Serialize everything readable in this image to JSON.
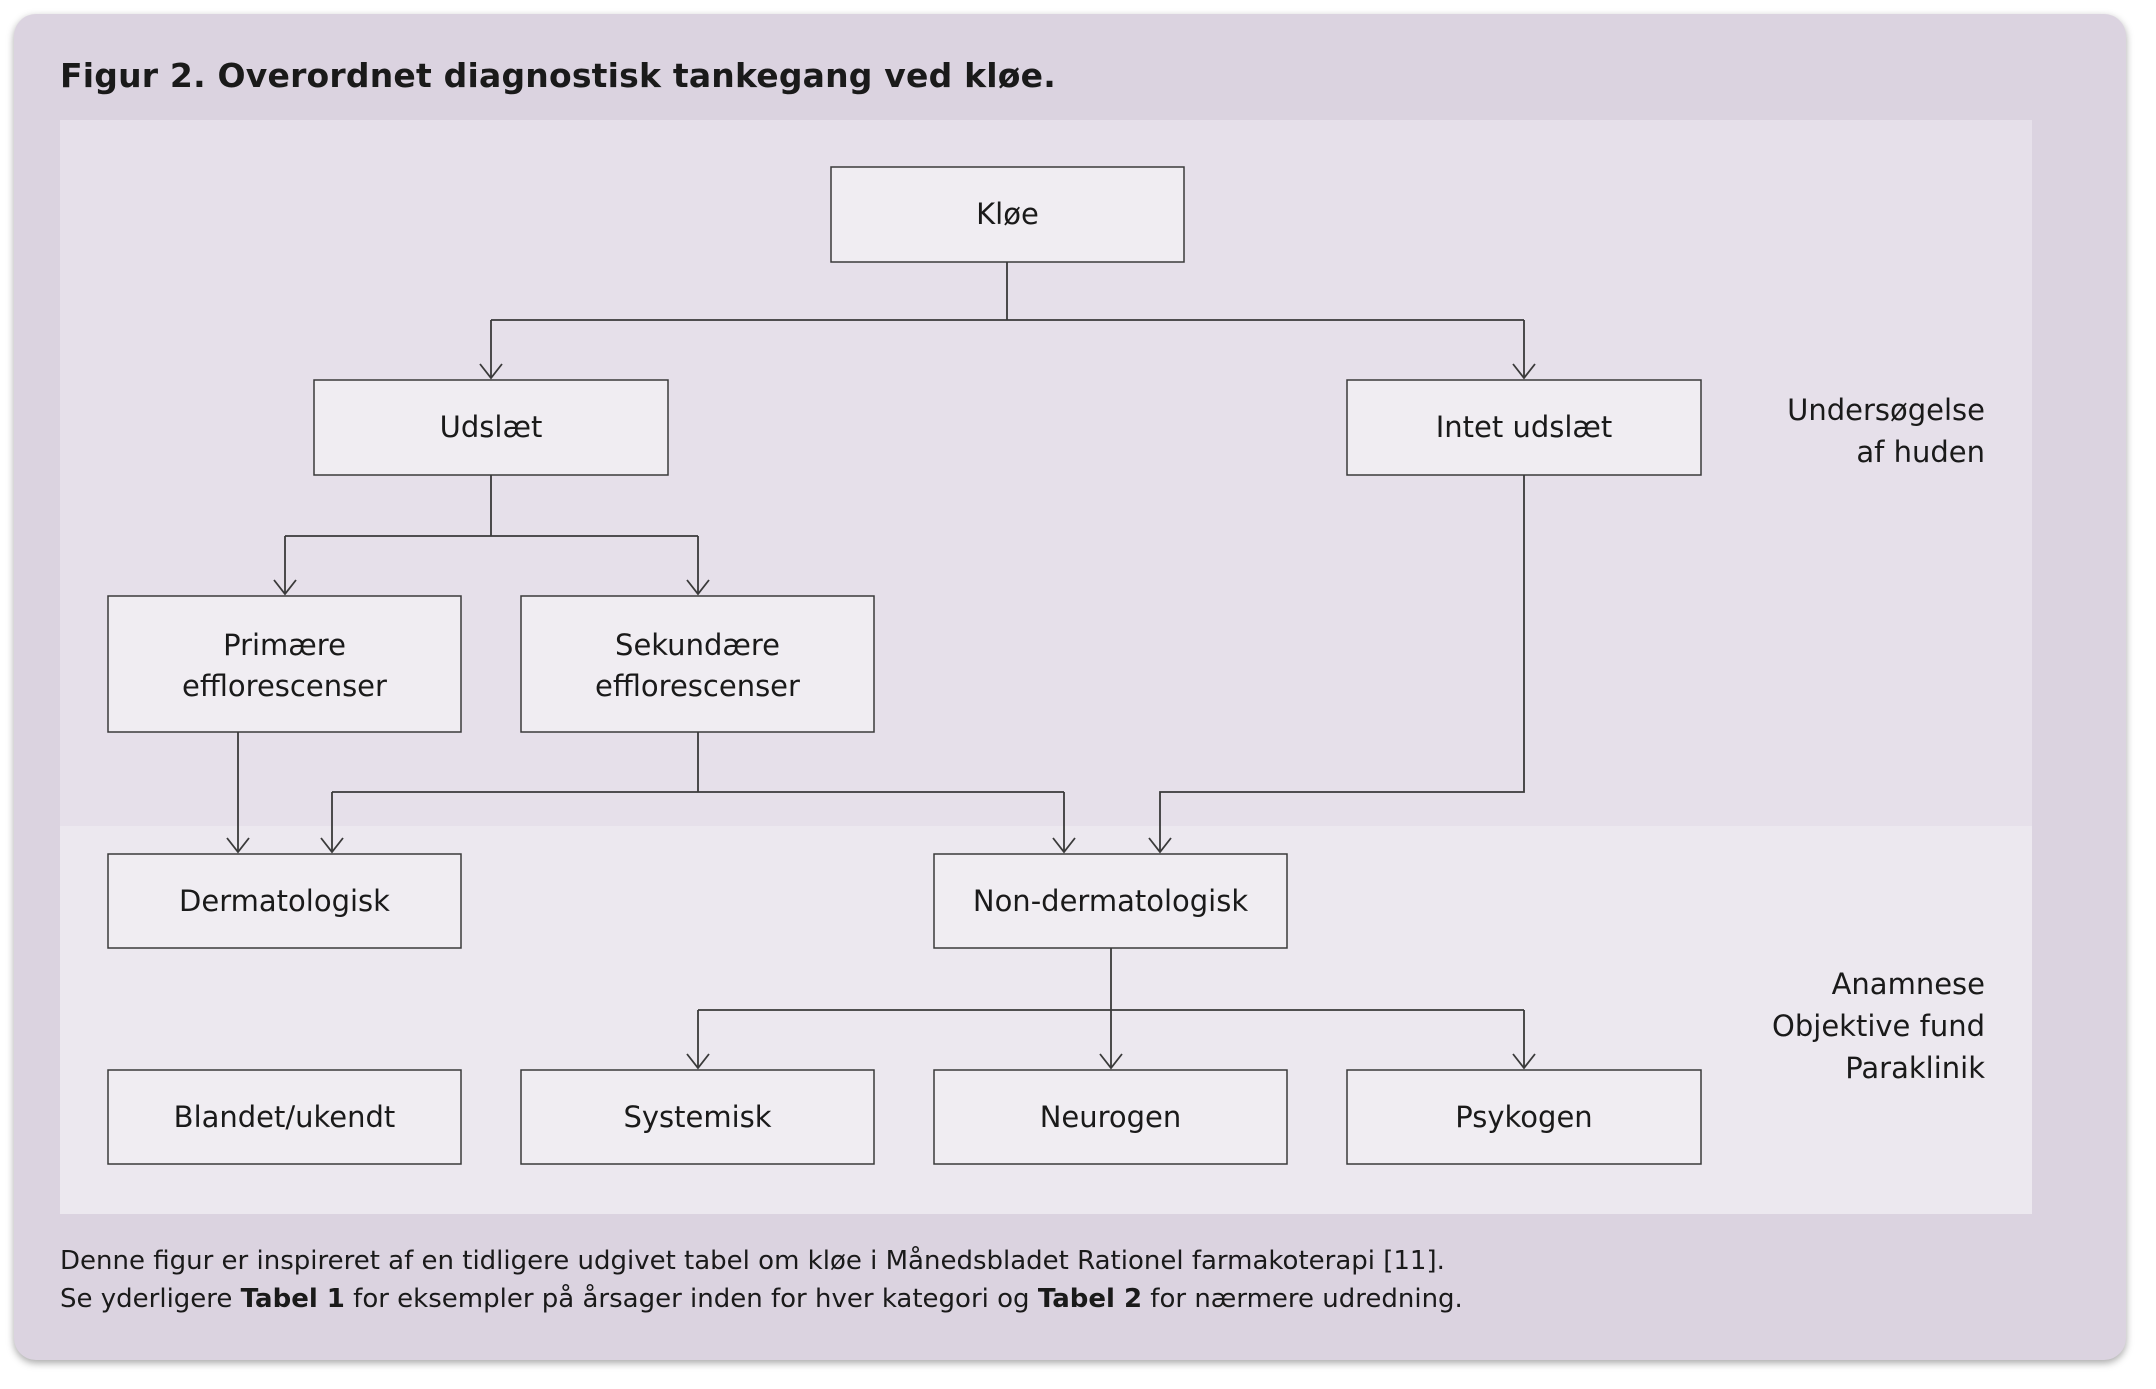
{
  "figure": {
    "title": "Figur 2. Overordnet diagnostisk tankegang ved kløe."
  },
  "zones": {
    "top_label": [
      "Undersøgelse",
      "af huden"
    ],
    "bottom_label": [
      "Anamnese",
      "Objektive fund",
      "Paraklinik"
    ]
  },
  "nodes": {
    "kloe": [
      "Kløe"
    ],
    "udslaet": [
      "Udslæt"
    ],
    "intet": [
      "Intet udslæt"
    ],
    "primaere": [
      "Primære",
      "efflorescenser"
    ],
    "sekundaere": [
      "Sekundære",
      "efflorescenser"
    ],
    "dermatologisk": [
      "Dermatologisk"
    ],
    "nondermatologisk": [
      "Non-dermatologisk"
    ],
    "blandet": [
      "Blandet/ukendt"
    ],
    "systemisk": [
      "Systemisk"
    ],
    "neurogen": [
      "Neurogen"
    ],
    "psykogen": [
      "Psykogen"
    ]
  },
  "edges": [
    [
      "kloe",
      "udslaet"
    ],
    [
      "kloe",
      "intet"
    ],
    [
      "udslaet",
      "primaere"
    ],
    [
      "udslaet",
      "sekundaere"
    ],
    [
      "primaere",
      "dermatologisk"
    ],
    [
      "sekundaere",
      "dermatologisk"
    ],
    [
      "sekundaere",
      "nondermatologisk"
    ],
    [
      "intet",
      "nondermatologisk"
    ],
    [
      "nondermatologisk",
      "systemisk"
    ],
    [
      "nondermatologisk",
      "neurogen"
    ],
    [
      "nondermatologisk",
      "psykogen"
    ]
  ],
  "footnote": {
    "line1": "Denne figur er inspireret af en tidligere udgivet tabel om kløe i Månedsbladet Rationel farmakoterapi [11].",
    "line2_a": "Se yderligere ",
    "line2_b": "Tabel 1",
    "line2_c": " for eksempler på årsager inden for hver kategori og ",
    "line2_d": "Tabel 2",
    "line2_e": " for nærmere udredning."
  },
  "colors": {
    "card": "#dbd3e0",
    "zone_top": "#e6e0ea",
    "zone_bottom": "#ece8ef",
    "box_fill": "#f0edf2",
    "line": "#3a3a3a"
  }
}
